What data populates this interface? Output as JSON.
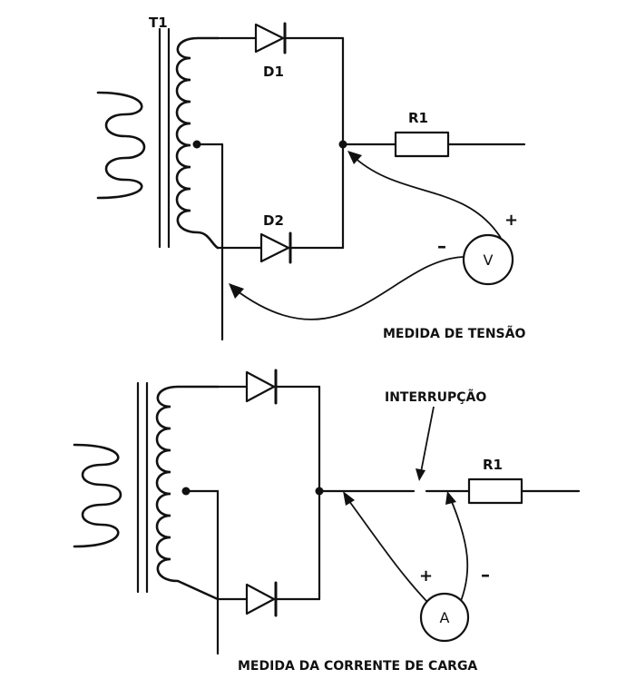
{
  "top_circuit": {
    "transformer_label": "T1",
    "diode1_label": "D1",
    "diode2_label": "D2",
    "resistor_label": "R1",
    "meter_symbol": "V",
    "meter_plus": "+",
    "meter_minus": "–",
    "caption": "MEDIDA DE TENSÃO"
  },
  "bottom_circuit": {
    "break_label": "INTERRUPÇÃO",
    "resistor_label": "R1",
    "meter_symbol": "A",
    "meter_plus": "+",
    "meter_minus": "–",
    "caption": "MEDIDA DA CORRENTE DE CARGA"
  }
}
